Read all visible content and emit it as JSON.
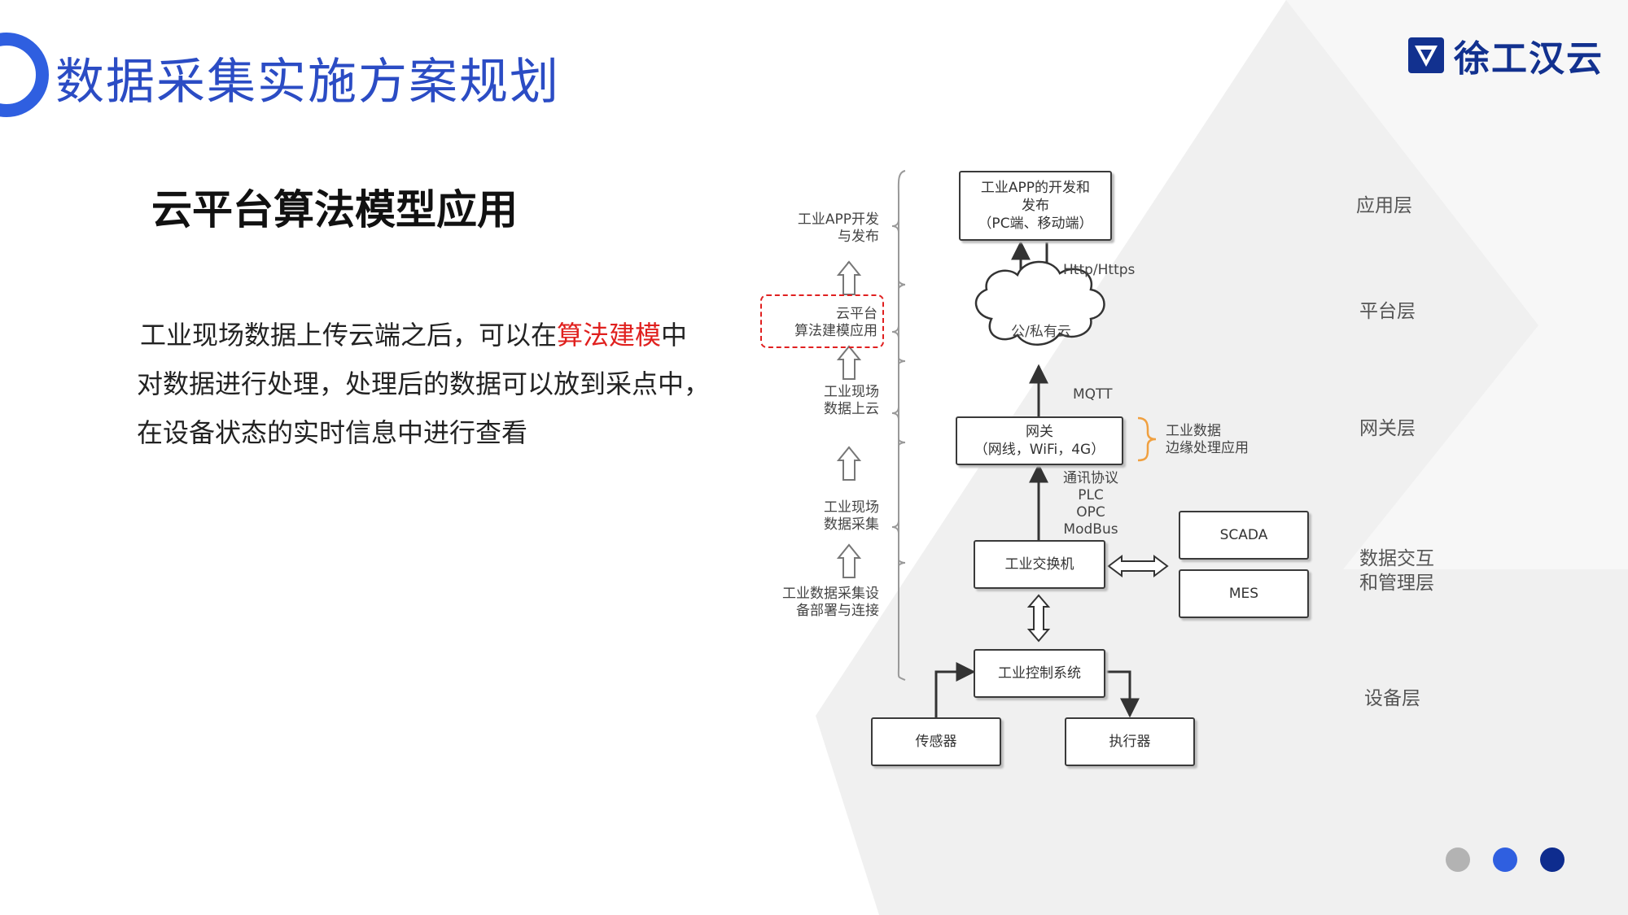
{
  "header": {
    "title": "数据采集实施方案规划",
    "logo_text": "徐工汉云",
    "logo_icon": "xcmg-shield-icon"
  },
  "content": {
    "subtitle": "云平台算法模型应用",
    "body_line1_before": "工业现场数据上传云端之后，可以在",
    "body_highlight": "算法建模",
    "body_line1_after": "中",
    "body_line2": "对数据进行处理，处理后的数据可以放到采点中，",
    "body_line3": "在设备状态的实时信息中进行查看"
  },
  "diagram": {
    "boxes": {
      "app_line1": "工业APP的开发和",
      "app_line2": "发布",
      "app_line3": "（PC端、移动端）",
      "cloud": "公/私有云",
      "gateway_line1": "网关",
      "gateway_line2": "（网线，WiFi，4G）",
      "switch": "工业交换机",
      "scada": "SCADA",
      "mes": "MES",
      "control": "工业控制系统",
      "sensor": "传感器",
      "actuator": "执行器"
    },
    "connectors": {
      "http": "Http/Https",
      "mqtt": "MQTT",
      "protocols": [
        "通讯协议",
        "PLC",
        "OPC",
        "ModBus"
      ]
    },
    "edge": [
      "工业数据",
      "边缘处理应用"
    ],
    "steps": [
      [
        "工业APP开发",
        "与发布"
      ],
      [
        "云平台",
        "算法建模应用"
      ],
      [
        "工业现场",
        "数据上云"
      ],
      [
        "工业现场",
        "数据采集"
      ],
      [
        "工业数据采集设",
        "备部署与连接"
      ]
    ],
    "layers": [
      "应用层",
      "平台层",
      "网关层",
      "数据交互",
      "和管理层",
      "设备层"
    ]
  },
  "pager": {
    "colors": [
      "#b3b3b3",
      "#2f5fe0",
      "#0e2c8e"
    ],
    "active_index": 2
  },
  "colors": {
    "accent": "#2f5fe0",
    "title": "#2b4cc4",
    "highlight": "#e0201e",
    "brand": "#12318f"
  }
}
